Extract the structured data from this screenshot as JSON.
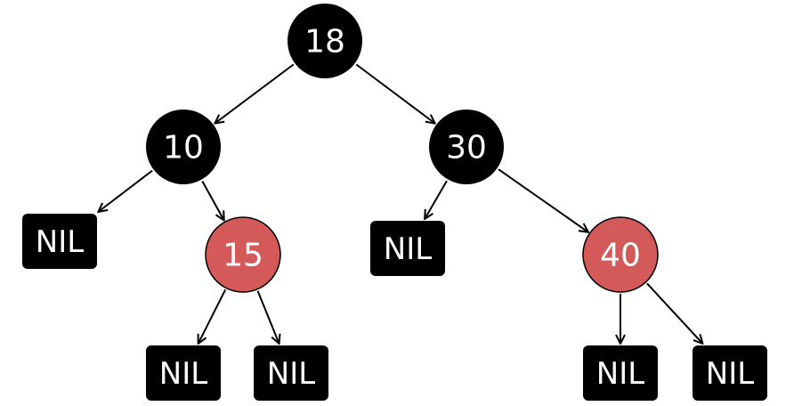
{
  "colors": {
    "black_node": "#000000",
    "red_node": "#d45a5a",
    "edge": "#000000",
    "label": "#ffffff"
  },
  "nodes": [
    {
      "id": "n18",
      "label": "18",
      "color": "black",
      "kind": "node"
    },
    {
      "id": "n10",
      "label": "10",
      "color": "black",
      "kind": "node"
    },
    {
      "id": "n30",
      "label": "30",
      "color": "black",
      "kind": "node"
    },
    {
      "id": "nil1",
      "label": "NIL",
      "color": "black",
      "kind": "nil"
    },
    {
      "id": "n15",
      "label": "15",
      "color": "red",
      "kind": "node"
    },
    {
      "id": "nil2",
      "label": "NIL",
      "color": "black",
      "kind": "nil"
    },
    {
      "id": "n40",
      "label": "40",
      "color": "red",
      "kind": "node"
    },
    {
      "id": "nil3",
      "label": "NIL",
      "color": "black",
      "kind": "nil"
    },
    {
      "id": "nil4",
      "label": "NIL",
      "color": "black",
      "kind": "nil"
    },
    {
      "id": "nil5",
      "label": "NIL",
      "color": "black",
      "kind": "nil"
    },
    {
      "id": "nil6",
      "label": "NIL",
      "color": "black",
      "kind": "nil"
    }
  ],
  "edges": [
    {
      "from": "n18",
      "to": "n10"
    },
    {
      "from": "n18",
      "to": "n30"
    },
    {
      "from": "n10",
      "to": "nil1"
    },
    {
      "from": "n10",
      "to": "n15"
    },
    {
      "from": "n30",
      "to": "nil2"
    },
    {
      "from": "n30",
      "to": "n40"
    },
    {
      "from": "n15",
      "to": "nil3"
    },
    {
      "from": "n15",
      "to": "nil4"
    },
    {
      "from": "n40",
      "to": "nil5"
    },
    {
      "from": "n40",
      "to": "nil6"
    }
  ]
}
